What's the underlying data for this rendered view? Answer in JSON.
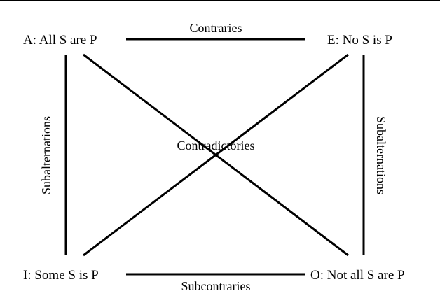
{
  "diagram": {
    "corners": {
      "a": "A: All S are P",
      "e": "E: No S is P",
      "i": "I: Some S is P",
      "o": "O: Not all S are P"
    },
    "relations": {
      "contraries": "Contraries",
      "subcontraries": "Subcontraries",
      "contradictories": "Contradictories",
      "subalternations_left": "Subalternations",
      "subalternations_right": "Subalternations"
    },
    "colors": {
      "ink": "#000000",
      "background": "#ffffff"
    }
  }
}
